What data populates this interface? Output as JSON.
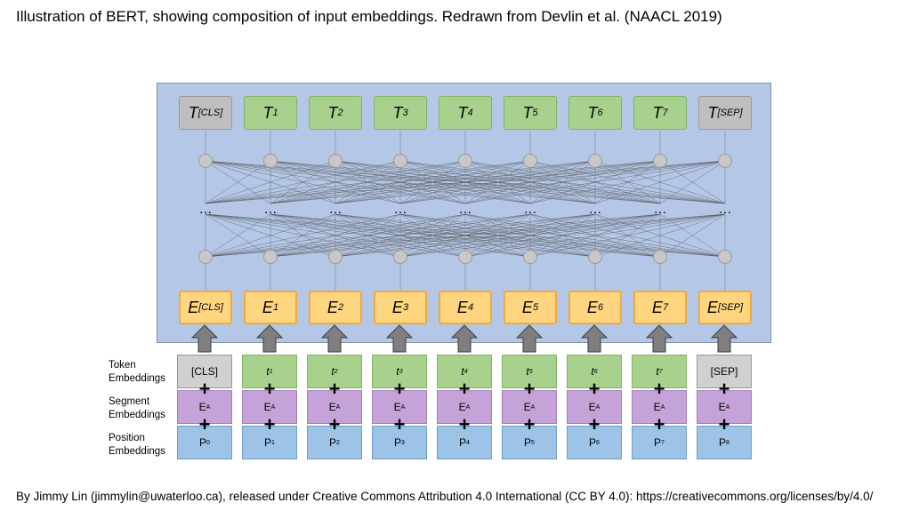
{
  "title": "Illustration of BERT, showing composition of input embeddings. Redrawn from Devlin et al. (NAACL 2019)",
  "credit": "By Jimmy Lin (jimmylin@uwaterloo.ca), released under Creative Commons Attribution 4.0 International (CC BY 4.0): https://creativecommons.org/licenses/by/4.0/",
  "ellipsis": "…",
  "plus_sign": "+",
  "colors": {
    "panel": "#b4c7e7",
    "output_token": "#a9d18e",
    "special_token": "#bfbfbf",
    "input_embedding": "#ffd580",
    "segment": "#c5a3d8",
    "position": "#9dc3e6",
    "node": "#c8c8c8",
    "arrow": "#7f7f7f"
  },
  "outputs": [
    {
      "base": "T",
      "sub": "[CLS]",
      "special": true
    },
    {
      "base": "T",
      "sub": "1",
      "special": false
    },
    {
      "base": "T",
      "sub": "2",
      "special": false
    },
    {
      "base": "T",
      "sub": "3",
      "special": false
    },
    {
      "base": "T",
      "sub": "4",
      "special": false
    },
    {
      "base": "T",
      "sub": "5",
      "special": false
    },
    {
      "base": "T",
      "sub": "6",
      "special": false
    },
    {
      "base": "T",
      "sub": "7",
      "special": false
    },
    {
      "base": "T",
      "sub": "[SEP]",
      "special": true
    }
  ],
  "input_embeddings": [
    {
      "base": "E",
      "sub": "[CLS]"
    },
    {
      "base": "E",
      "sub": "1"
    },
    {
      "base": "E",
      "sub": "2"
    },
    {
      "base": "E",
      "sub": "3"
    },
    {
      "base": "E",
      "sub": "4"
    },
    {
      "base": "E",
      "sub": "5"
    },
    {
      "base": "E",
      "sub": "6"
    },
    {
      "base": "E",
      "sub": "7"
    },
    {
      "base": "E",
      "sub": "[SEP]"
    }
  ],
  "row_labels": {
    "token": [
      "Token",
      "Embeddings"
    ],
    "segment": [
      "Segment",
      "Embeddings"
    ],
    "position": [
      "Position",
      "Embeddings"
    ]
  },
  "token_embeddings": [
    {
      "base": "[CLS]",
      "sub": "",
      "special": true
    },
    {
      "base": "t",
      "sub": "1",
      "special": false
    },
    {
      "base": "t",
      "sub": "2",
      "special": false
    },
    {
      "base": "t",
      "sub": "3",
      "special": false
    },
    {
      "base": "t",
      "sub": "4",
      "special": false
    },
    {
      "base": "t",
      "sub": "5",
      "special": false
    },
    {
      "base": "t",
      "sub": "6",
      "special": false
    },
    {
      "base": "t",
      "sub": "7",
      "special": false
    },
    {
      "base": "[SEP]",
      "sub": "",
      "special": true
    }
  ],
  "segment_embeddings": [
    {
      "base": "E",
      "sub": "A"
    },
    {
      "base": "E",
      "sub": "A"
    },
    {
      "base": "E",
      "sub": "A"
    },
    {
      "base": "E",
      "sub": "A"
    },
    {
      "base": "E",
      "sub": "A"
    },
    {
      "base": "E",
      "sub": "A"
    },
    {
      "base": "E",
      "sub": "A"
    },
    {
      "base": "E",
      "sub": "A"
    },
    {
      "base": "E",
      "sub": "A"
    }
  ],
  "position_embeddings": [
    {
      "base": "P",
      "sub": "0"
    },
    {
      "base": "P",
      "sub": "1"
    },
    {
      "base": "P",
      "sub": "2"
    },
    {
      "base": "P",
      "sub": "3"
    },
    {
      "base": "P",
      "sub": "4"
    },
    {
      "base": "P",
      "sub": "5"
    },
    {
      "base": "P",
      "sub": "6"
    },
    {
      "base": "P",
      "sub": "7"
    },
    {
      "base": "P",
      "sub": "8"
    }
  ]
}
